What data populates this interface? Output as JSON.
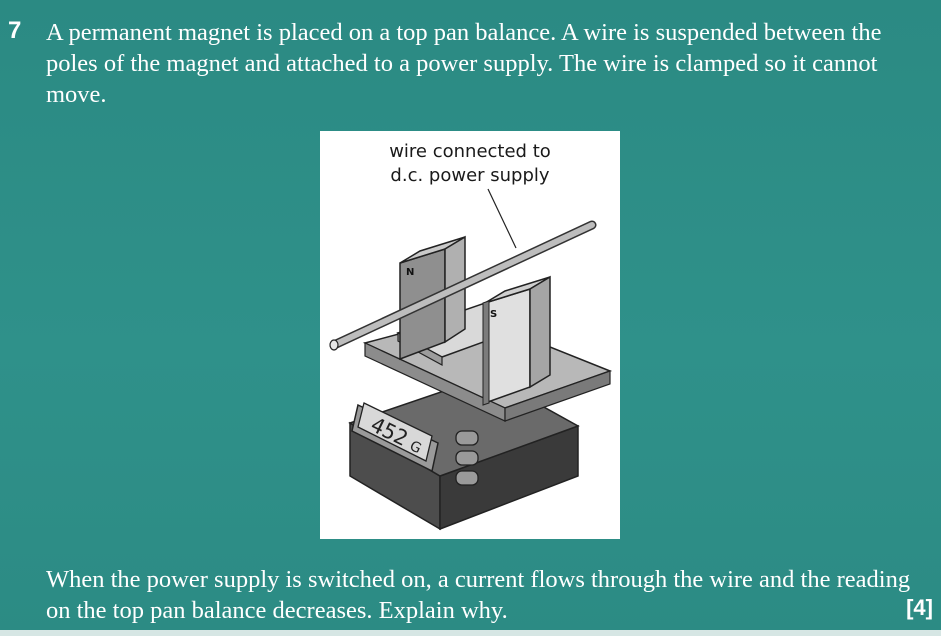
{
  "question": {
    "number": "7",
    "intro": "A permanent magnet is placed on a top pan balance. A wire is suspended between the poles of the magnet and attached to a power supply. The wire is clamped so it cannot move.",
    "prompt": "When the power supply is switched on, a current flows through the wire and the reading on the top pan balance decreases. Explain why.",
    "marks": "[4]"
  },
  "figure": {
    "label_line1": "wire connected to",
    "label_line2": "d.c. power supply",
    "pole_north": "N",
    "pole_south": "S",
    "display_reading": "452",
    "display_unit": "G"
  }
}
